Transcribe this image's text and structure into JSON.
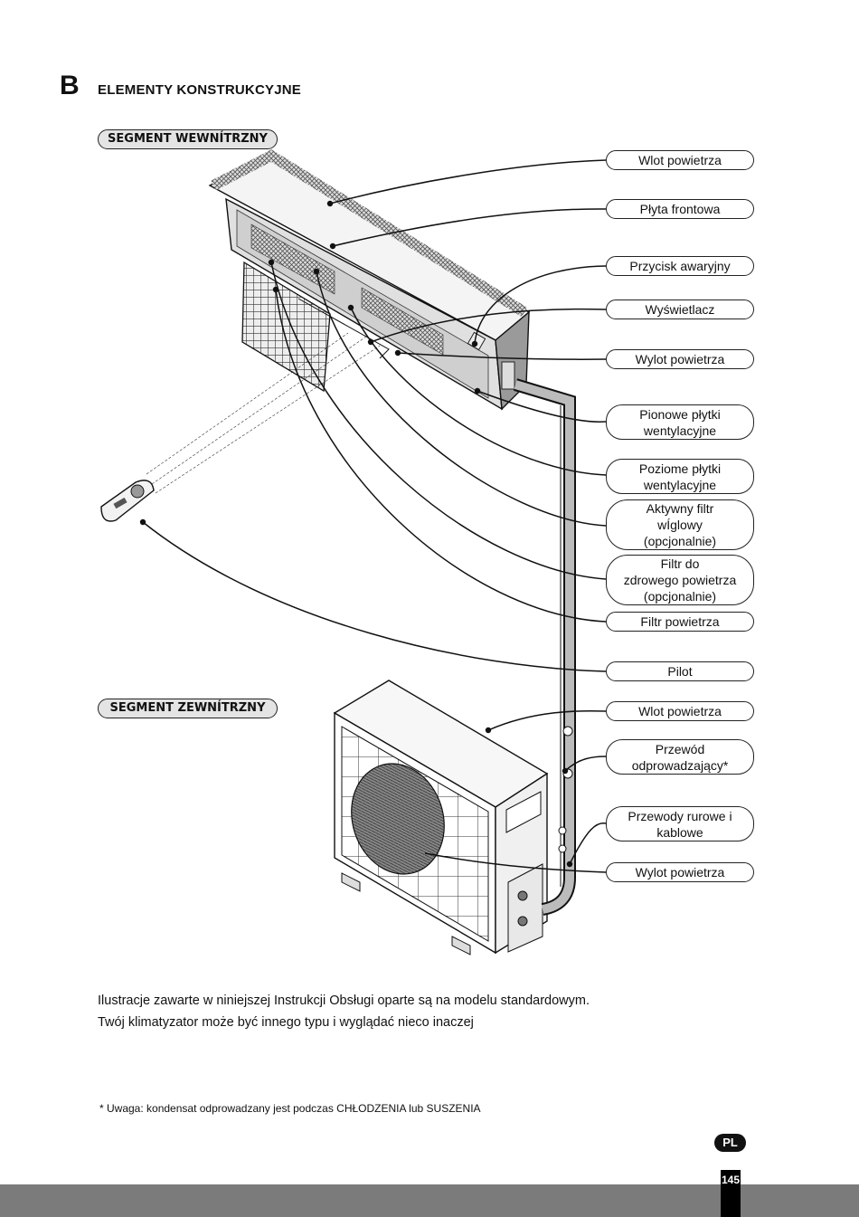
{
  "header": {
    "letter": "B",
    "title": "ELEMENTY KONSTRUKCYJNE"
  },
  "segments": {
    "indoor": "SEGMENT WEWNÍTRZNY",
    "outdoor": "SEGMENT ZEWNÍTRZNY"
  },
  "labels": [
    "Wlot powietrza",
    "Płyta frontowa",
    "Przycisk awaryjny",
    "Wyświetlacz",
    "Wylot powietrza",
    "Pionowe płytki\nwentylacyjne",
    "Poziome płytki\nwentylacyjne",
    "Aktywny filtr\nwÍglowy\n(opcjonalnie)",
    "Filtr do\nzdrowego powietrza\n(opcjonalnie)",
    "Filtr powietrza",
    "Pilot",
    "Wlot powietrza",
    "Przewód\nodprowadzający*",
    "Przewody rurowe i\nkablowe",
    "Wylot powietrza"
  ],
  "caption": {
    "line1": "Ilustracje zawarte w niniejszej Instrukcji Obsługi oparte są na modelu standardowym.",
    "line2": "Twój klimatyzator może być innego typu i wyglądać nieco inaczej"
  },
  "footnote": "* Uwaga: kondensat odprowadzany jest podczas CHŁODZENIA lub SUSZENIA",
  "footer": {
    "lang": "PL",
    "page": "145"
  }
}
